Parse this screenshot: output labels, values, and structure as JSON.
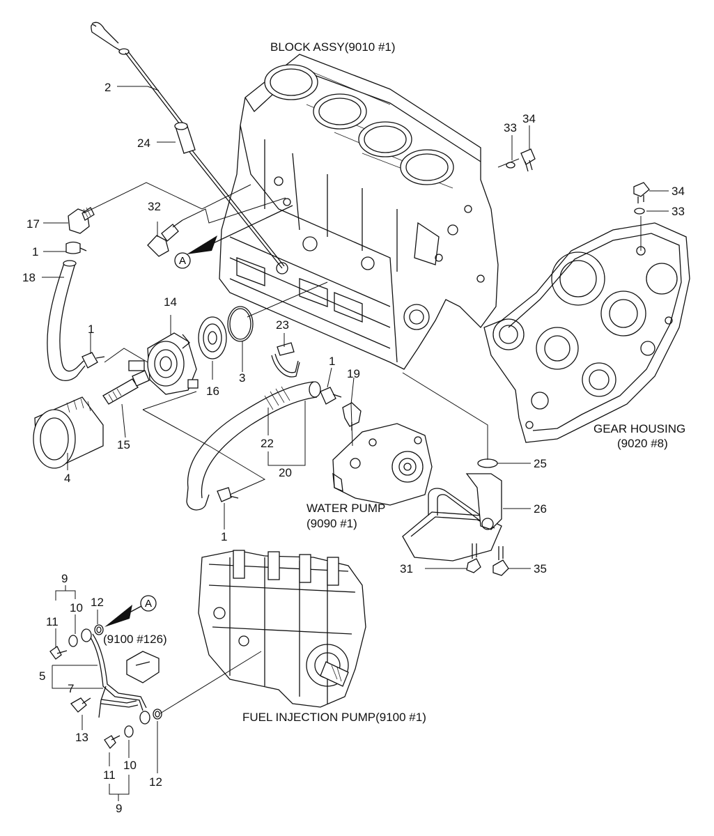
{
  "titles": {
    "block": "BLOCK ASSY(9010 #1)",
    "gear_1": "GEAR HOUSING",
    "gear_2": "(9020 #8)",
    "pump_1": "WATER PUMP",
    "pump_2": "(9090 #1)",
    "fuel": "FUEL INJECTION PUMP(9100 #1)",
    "ref": "(9100 #126)"
  },
  "ref_marker": "A",
  "callouts": [
    {
      "id": "c2",
      "text": "2"
    },
    {
      "id": "c24",
      "text": "24"
    },
    {
      "id": "c17",
      "text": "17"
    },
    {
      "id": "c1a",
      "text": "1"
    },
    {
      "id": "c18",
      "text": "18"
    },
    {
      "id": "c32",
      "text": "32"
    },
    {
      "id": "c14",
      "text": "14"
    },
    {
      "id": "c1b",
      "text": "1"
    },
    {
      "id": "c16",
      "text": "16"
    },
    {
      "id": "c3",
      "text": "3"
    },
    {
      "id": "c23",
      "text": "23"
    },
    {
      "id": "c1c",
      "text": "1"
    },
    {
      "id": "c19",
      "text": "19"
    },
    {
      "id": "c15",
      "text": "15"
    },
    {
      "id": "c4",
      "text": "4"
    },
    {
      "id": "c22",
      "text": "22"
    },
    {
      "id": "c20",
      "text": "20"
    },
    {
      "id": "c1d",
      "text": "1"
    },
    {
      "id": "c33a",
      "text": "33"
    },
    {
      "id": "c34a",
      "text": "34"
    },
    {
      "id": "c34b",
      "text": "34"
    },
    {
      "id": "c33b",
      "text": "33"
    },
    {
      "id": "c25",
      "text": "25"
    },
    {
      "id": "c26",
      "text": "26"
    },
    {
      "id": "c31",
      "text": "31"
    },
    {
      "id": "c35",
      "text": "35"
    },
    {
      "id": "c9a",
      "text": "9"
    },
    {
      "id": "c10a",
      "text": "10"
    },
    {
      "id": "c11a",
      "text": "11"
    },
    {
      "id": "c12a",
      "text": "12"
    },
    {
      "id": "c5",
      "text": "5"
    },
    {
      "id": "c7",
      "text": "7"
    },
    {
      "id": "c13",
      "text": "13"
    },
    {
      "id": "c11b",
      "text": "11"
    },
    {
      "id": "c10b",
      "text": "10"
    },
    {
      "id": "c12b",
      "text": "12"
    },
    {
      "id": "c9b",
      "text": "9"
    }
  ]
}
